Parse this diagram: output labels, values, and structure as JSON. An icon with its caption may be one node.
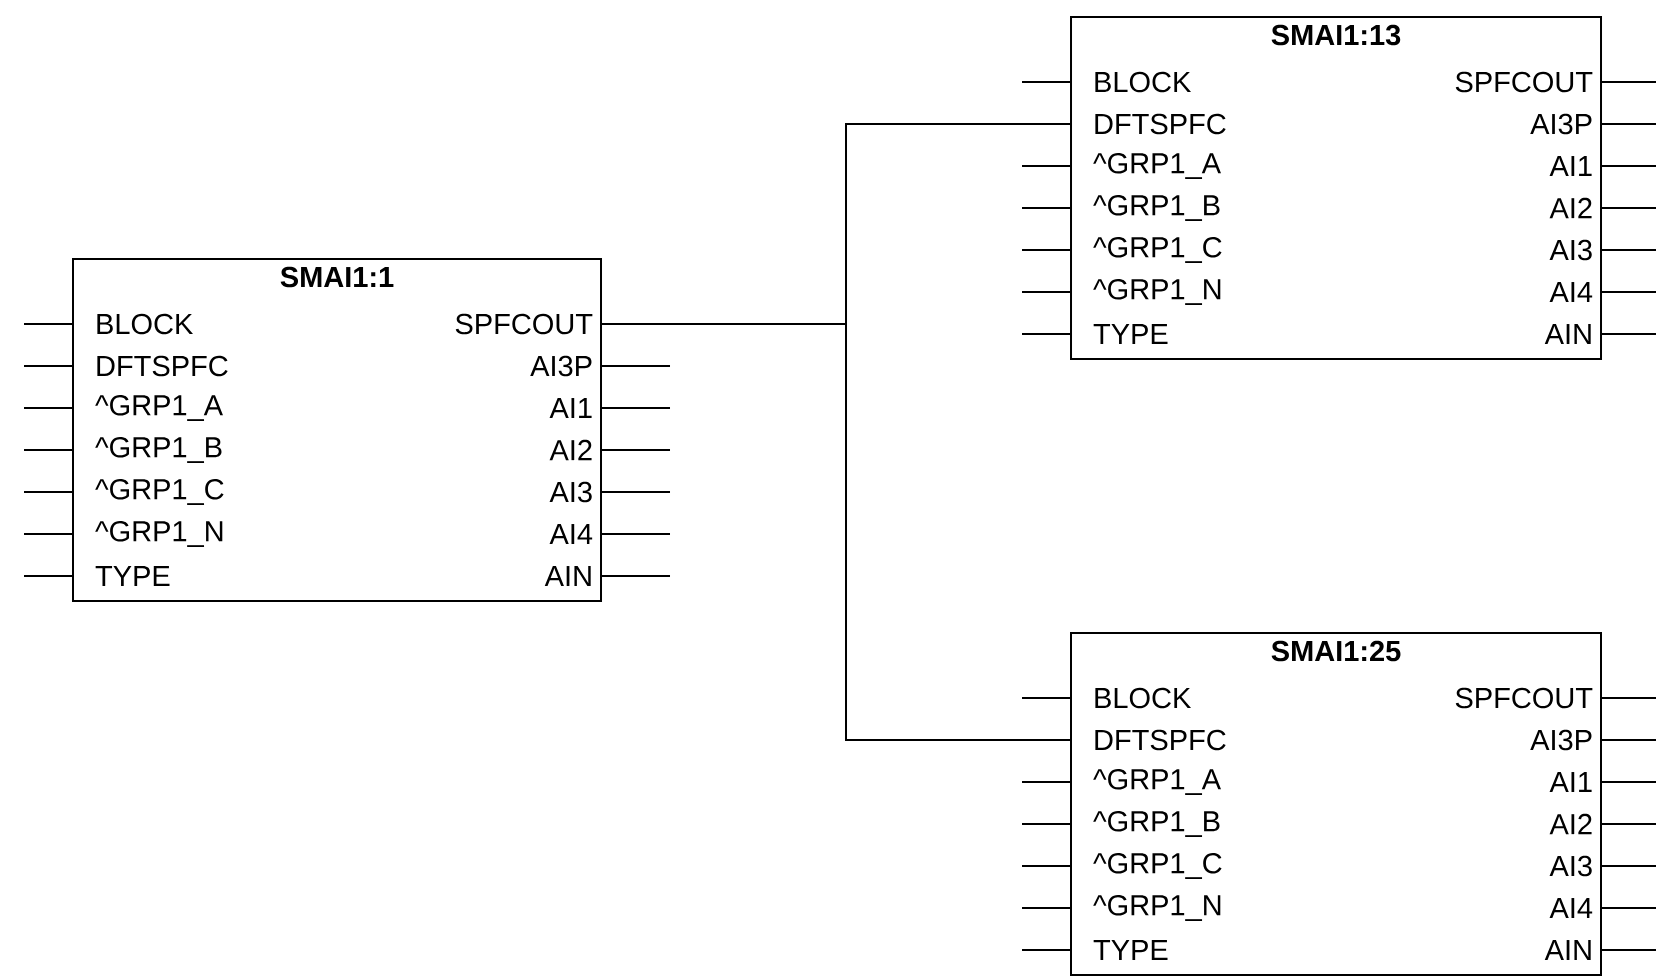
{
  "diagram": {
    "nodes": [
      {
        "text": [
          "SMAI1:1"
        ]
      },
      {
        "text": [
          "BLOCK"
        ],
        "in": 0
      },
      {
        "text": [
          "SPFCOUT"
        ],
        "in": 0
      },
      {
        "text": [
          "DFTSPFC"
        ],
        "in": 0
      },
      {
        "text": [
          "AI3P"
        ],
        "in": 0
      },
      {
        "text": [
          "^GRP1_A"
        ],
        "in": 0
      },
      {
        "text": [
          "AI1"
        ],
        "in": 0
      },
      {
        "text": [
          "^GRP1_B"
        ],
        "in": 0
      },
      {
        "text": [
          "AI2"
        ],
        "in": 0
      },
      {
        "text": [
          "^GRP1_C"
        ],
        "in": 0
      },
      {
        "text": [
          "AI3"
        ],
        "in": 0
      },
      {
        "text": [
          "^GRP1_N"
        ],
        "in": 0
      },
      {
        "text": [
          "AI4"
        ],
        "in": 0
      },
      {
        "text": [
          "TYPE"
        ],
        "in": 0
      },
      {
        "text": [
          "AIN"
        ],
        "in": 0
      },
      {
        "text": [
          "SMAI1:13"
        ]
      },
      {
        "text": [
          "BLOCK"
        ],
        "in": 15
      },
      {
        "text": [
          "SPFCOUT"
        ],
        "in": 15
      },
      {
        "text": [
          "DFTSPFC"
        ],
        "in": 15
      },
      {
        "text": [
          "AI3P"
        ],
        "in": 15
      },
      {
        "text": [
          "^GRP1_A"
        ],
        "in": 15
      },
      {
        "text": [
          "AI1"
        ],
        "in": 15
      },
      {
        "text": [
          "^GRP1_B"
        ],
        "in": 15
      },
      {
        "text": [
          "AI2"
        ],
        "in": 15
      },
      {
        "text": [
          "^GRP1_C"
        ],
        "in": 15
      },
      {
        "text": [
          "AI3"
        ],
        "in": 15
      },
      {
        "text": [
          "^GRP1_N"
        ],
        "in": 15
      },
      {
        "text": [
          "AI4"
        ],
        "in": 15
      },
      {
        "text": [
          "TYPE"
        ],
        "in": 15
      },
      {
        "text": [
          "AIN"
        ],
        "in": 15
      },
      {
        "text": [
          "SMAI1:25"
        ]
      },
      {
        "text": [
          "BLOCK"
        ],
        "in": 30
      },
      {
        "text": [
          "SPFCOUT"
        ],
        "in": 30
      },
      {
        "text": [
          "DFTSPFC"
        ],
        "in": 30
      },
      {
        "text": [
          "AI3P"
        ],
        "in": 30
      },
      {
        "text": [
          "^GRP1_A"
        ],
        "in": 30
      },
      {
        "text": [
          "AI1"
        ],
        "in": 30
      },
      {
        "text": [
          "^GRP1_B"
        ],
        "in": 30
      },
      {
        "text": [
          "AI2"
        ],
        "in": 30
      },
      {
        "text": [
          "^GRP1_C"
        ],
        "in": 30
      },
      {
        "text": [
          "AI3"
        ],
        "in": 30
      },
      {
        "text": [
          "^GRP1_N"
        ],
        "in": 30
      },
      {
        "text": [
          "AI4"
        ],
        "in": 30
      },
      {
        "text": [
          "TYPE"
        ],
        "in": 30
      },
      {
        "text": [
          "AIN"
        ],
        "in": 30
      }
    ],
    "edges": [
      {
        "from": 2,
        "to": 18,
        "arrow": "none"
      },
      {
        "from": 2,
        "to": 33,
        "arrow": "none"
      }
    ]
  }
}
